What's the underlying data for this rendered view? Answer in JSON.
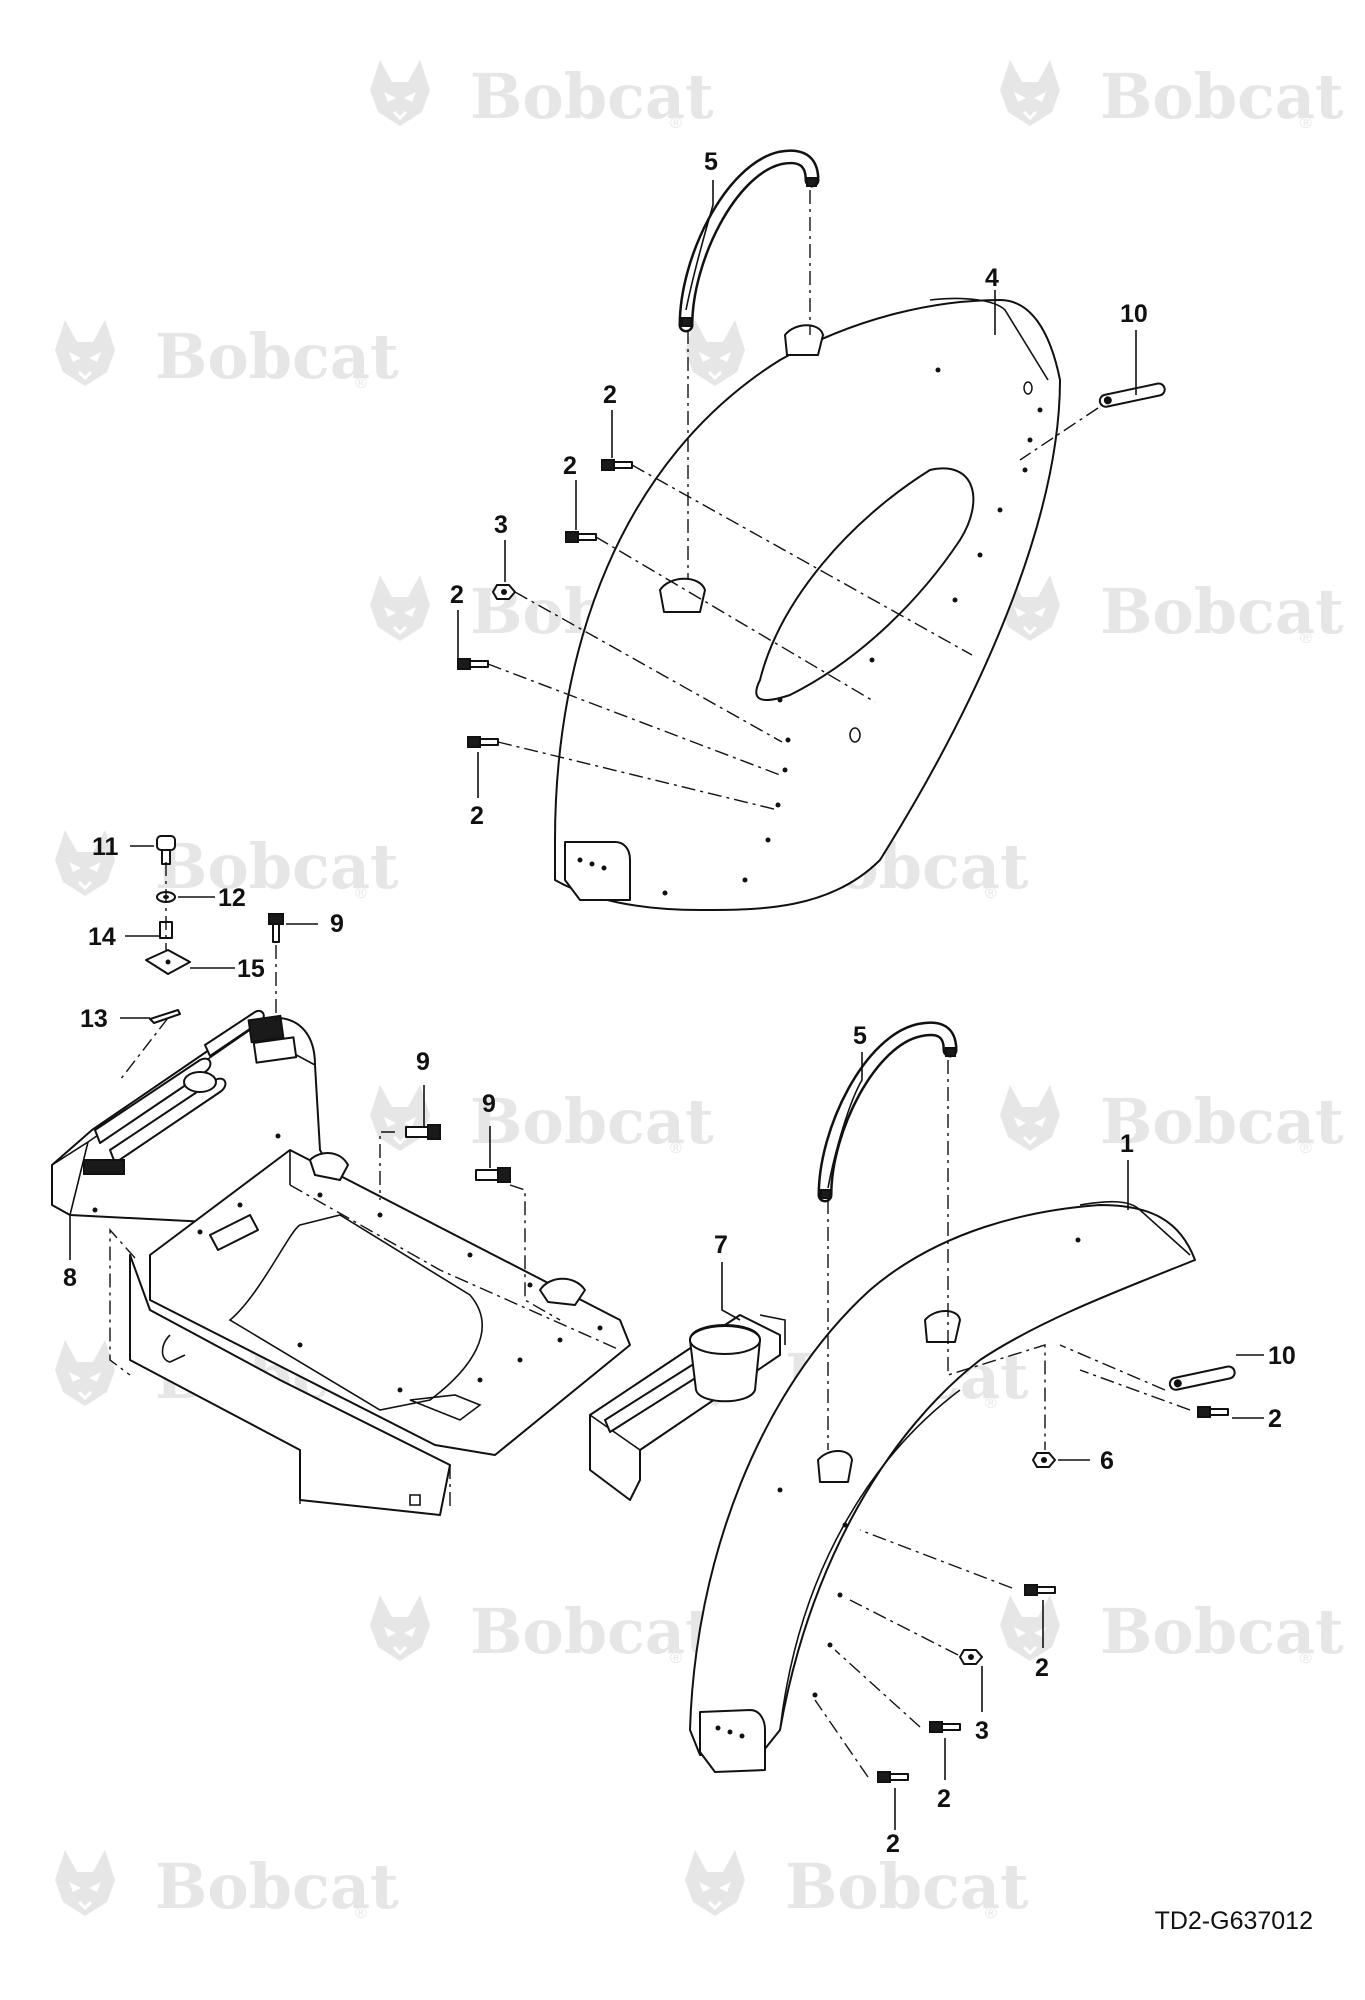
{
  "watermark": {
    "brand": "Bobcat",
    "registered": "®",
    "color": "#e6e6e6"
  },
  "callouts": [
    {
      "id": "c5a",
      "label": "5"
    },
    {
      "id": "c4",
      "label": "4"
    },
    {
      "id": "c10a",
      "label": "10"
    },
    {
      "id": "c2a",
      "label": "2"
    },
    {
      "id": "c2b",
      "label": "2"
    },
    {
      "id": "c3a",
      "label": "3"
    },
    {
      "id": "c2c",
      "label": "2"
    },
    {
      "id": "c2d",
      "label": "2"
    },
    {
      "id": "c11",
      "label": "11"
    },
    {
      "id": "c12",
      "label": "12"
    },
    {
      "id": "c14",
      "label": "14"
    },
    {
      "id": "c9a",
      "label": "9"
    },
    {
      "id": "c15",
      "label": "15"
    },
    {
      "id": "c13",
      "label": "13"
    },
    {
      "id": "c8",
      "label": "8"
    },
    {
      "id": "c9b",
      "label": "9"
    },
    {
      "id": "c9c",
      "label": "9"
    },
    {
      "id": "c5b",
      "label": "5"
    },
    {
      "id": "c1",
      "label": "1"
    },
    {
      "id": "c7",
      "label": "7"
    },
    {
      "id": "c10b",
      "label": "10"
    },
    {
      "id": "c2e",
      "label": "2"
    },
    {
      "id": "c6",
      "label": "6"
    },
    {
      "id": "c2f",
      "label": "2"
    },
    {
      "id": "c3b",
      "label": "3"
    },
    {
      "id": "c2g",
      "label": "2"
    },
    {
      "id": "c2h",
      "label": "2"
    }
  ],
  "drawing_number": "TD2-G637012"
}
